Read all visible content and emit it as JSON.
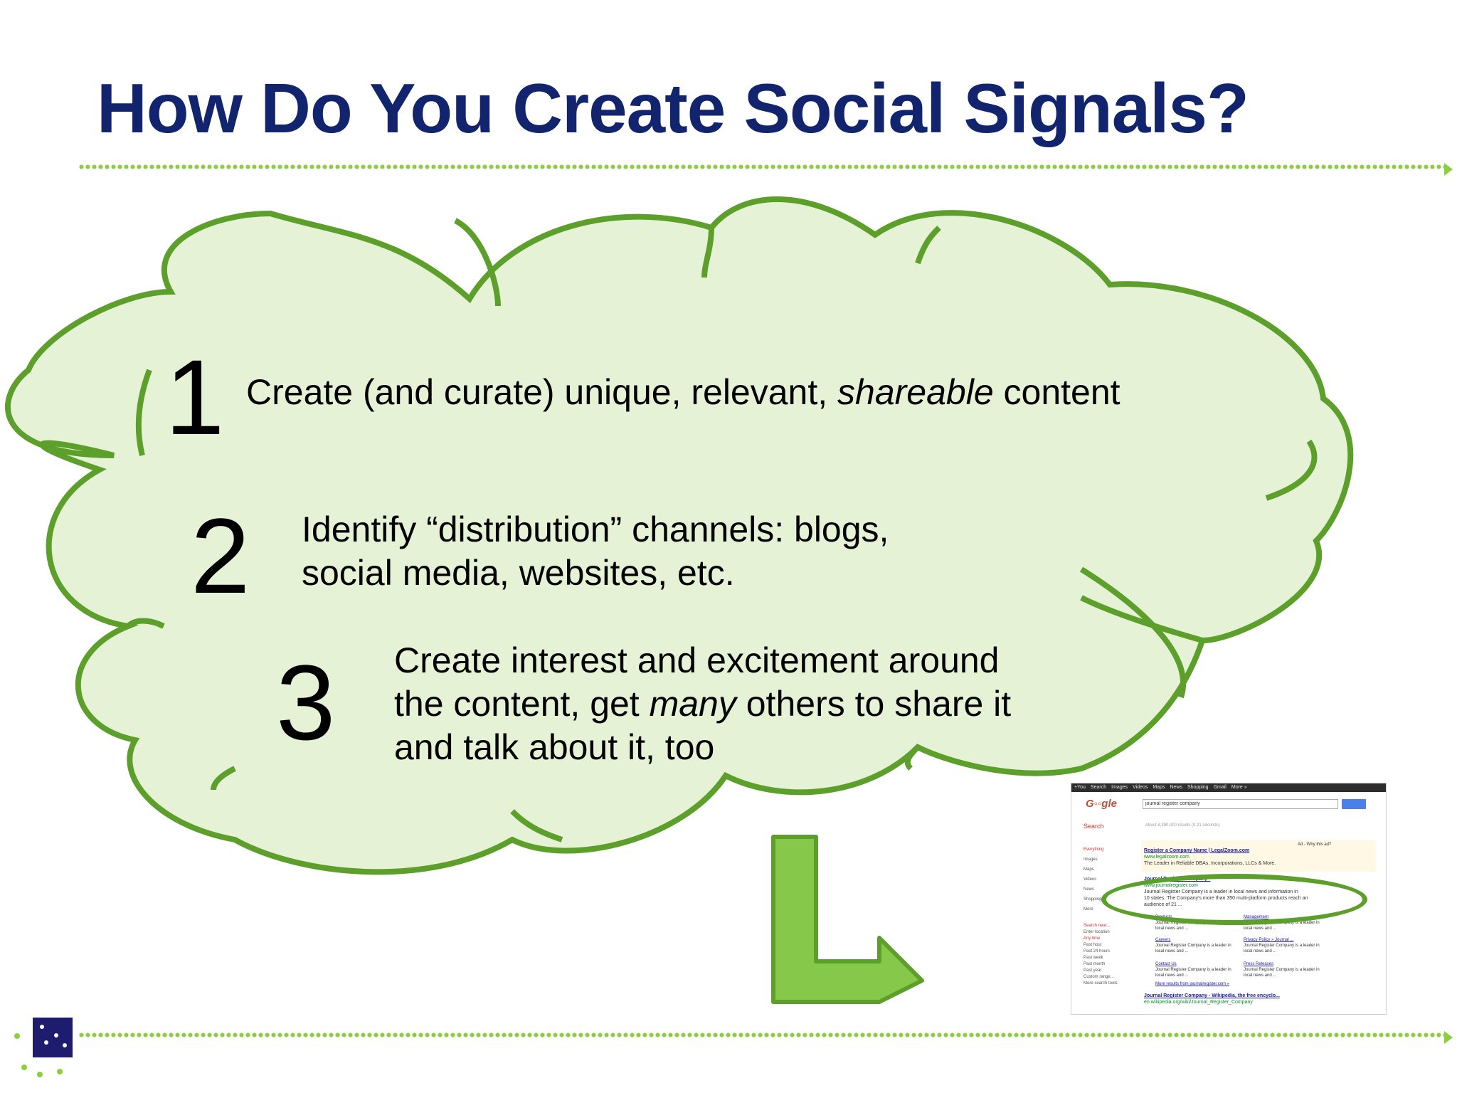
{
  "slide": {
    "title": "How Do You Create Social Signals?",
    "steps": [
      {
        "number": "1",
        "text_before": "Create (and curate) unique, relevant, ",
        "text_emphasis": "shareable",
        "text_after": " content"
      },
      {
        "number": "2",
        "line1": "Identify “distribution” channels:  blogs,",
        "line2": "social media, websites, etc."
      },
      {
        "number": "3",
        "line1": "Create interest and excitement around",
        "line2_before": "the content, get ",
        "line2_emphasis": "many",
        "line2_after": " others to share it",
        "line3": "and talk about it, too"
      }
    ]
  },
  "colors": {
    "title": "#12246e",
    "cloud_fill": "#e6f2d6",
    "cloud_stroke": "#5c9f2b",
    "arrow_fill": "#86c94a",
    "dots": "#8ccf3e",
    "logo": "#1e1c6e"
  },
  "screenshot": {
    "top_bar": [
      "+You",
      "Search",
      "Images",
      "Videos",
      "Maps",
      "News",
      "Shopping",
      "Gmail",
      "More »"
    ],
    "query": "journal register company",
    "search_label": "Search",
    "stats": "About 8,390,000 results (0.21 seconds)",
    "sidebar": [
      "Everything",
      "Images",
      "Maps",
      "Videos",
      "News",
      "Shopping",
      "More"
    ],
    "sidebar2_head": "Search near...",
    "sidebar2": [
      "Enter location",
      "Any time",
      "Past hour",
      "Past 24 hours",
      "Past week",
      "Past month",
      "Past year",
      "Custom range...",
      "More search tools"
    ],
    "ad_note": "Ad - Why this ad?",
    "ad_title": "Register a Company Name | LegalZoom.com",
    "ad_url": "www.legalzoom.com",
    "ad_desc": "The Leader in Reliable DBAs, Incorporations, LLCs & More.",
    "result_title": "Journal Register Company -",
    "result_url": "www.journalregister.com",
    "result_desc1": "Journal Register Company is a leader in local news and information in",
    "result_desc2": "10 states. The Company's more than 350 multi-platform products reach an",
    "result_desc3": "audience of 21 ...",
    "sublinks": [
      {
        "title": "Products",
        "desc": "Journal Register Company is a leader in local news and ..."
      },
      {
        "title": "Management",
        "desc": "Journal Register Company is a leader in local news and ..."
      },
      {
        "title": "Careers",
        "desc": "Journal Register Company is a leader in local news and ..."
      },
      {
        "title": "Privacy Policy » Journal ...",
        "desc": "Journal Register Company is a leader in local news and ..."
      },
      {
        "title": "Contact Us",
        "desc": "Journal Register Company is a leader in local news and ..."
      },
      {
        "title": "Press Releases",
        "desc": "Journal Register Company is a leader in local news and ..."
      }
    ],
    "more_results": "More results from journalregister.com »",
    "wiki_title": "Journal Register Company - Wikipedia, the free encyclo...",
    "wiki_url": "en.wikipedia.org/wiki/Journal_Register_Company"
  }
}
